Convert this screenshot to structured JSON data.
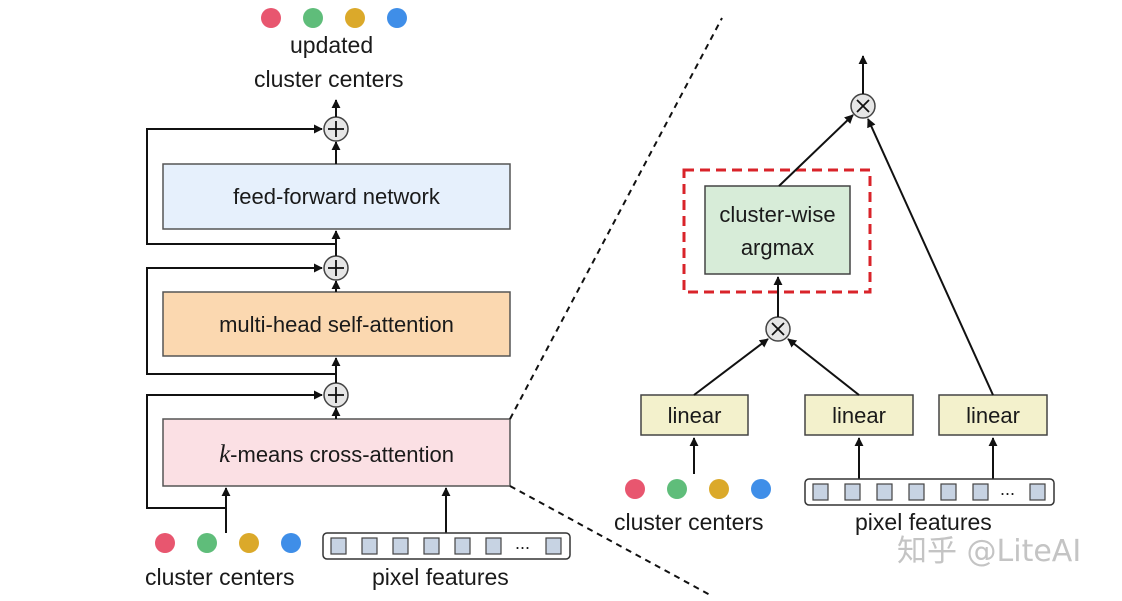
{
  "left_panel": {
    "output_label_line1": "updated",
    "output_label_line2": "cluster centers",
    "ffn_label": "feed-forward network",
    "mhsa_label": "multi-head self-attention",
    "kmeans_label_var": "k",
    "kmeans_label_rest": "-means cross-attention",
    "input_cluster_label": "cluster centers",
    "input_pixel_label": "pixel features",
    "ellipsis": "..."
  },
  "right_panel": {
    "argmax_line1": "cluster-wise",
    "argmax_line2": "argmax",
    "linear_label": "linear",
    "input_cluster_label": "cluster centers",
    "input_pixel_label": "pixel features",
    "ellipsis": "..."
  },
  "watermark": "知乎 @LiteAI",
  "colors": {
    "center_red": "#e8566f",
    "center_green": "#5fbd7a",
    "center_yellow": "#dba92a",
    "center_blue": "#3f8ee8",
    "ffn_fill": "#e6f0fc",
    "mhsa_fill": "#fbd8b0",
    "kmeans_fill": "#fbe0e4",
    "argmax_fill": "#d7ecd8",
    "linear_fill": "#f3f1cc",
    "dashed_border": "#d9232a"
  },
  "icons": {
    "plus_node": "circled-plus-icon",
    "times_node": "circled-times-icon"
  }
}
